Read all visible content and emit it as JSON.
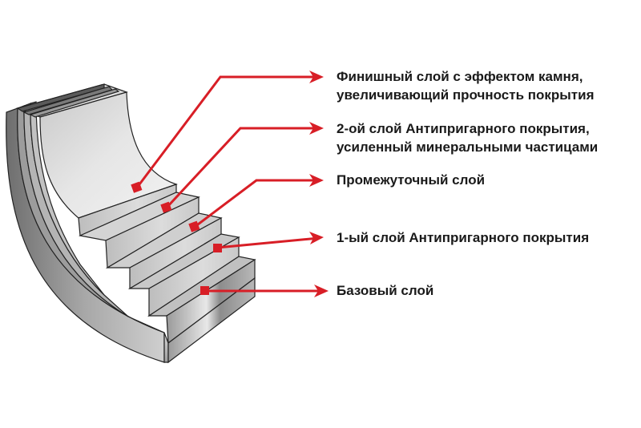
{
  "diagram": {
    "subject": "Non-stick cookware coating layers (cross-section)",
    "accent_color": "#d81e26",
    "layers": [
      {
        "id": "finish",
        "lines": [
          "Финишный слой с эффектом камня,",
          "увеличивающий прочность покрытия"
        ]
      },
      {
        "id": "nonstick-2",
        "lines": [
          "2-ой слой Антипригарного покрытия,",
          "усиленный минеральными частицами"
        ]
      },
      {
        "id": "intermediate",
        "lines": [
          "Промежуточный слой"
        ]
      },
      {
        "id": "nonstick-1",
        "lines": [
          "1-ый слой Антипригарного покрытия"
        ]
      },
      {
        "id": "base",
        "lines": [
          "Базовый слой"
        ]
      }
    ]
  }
}
